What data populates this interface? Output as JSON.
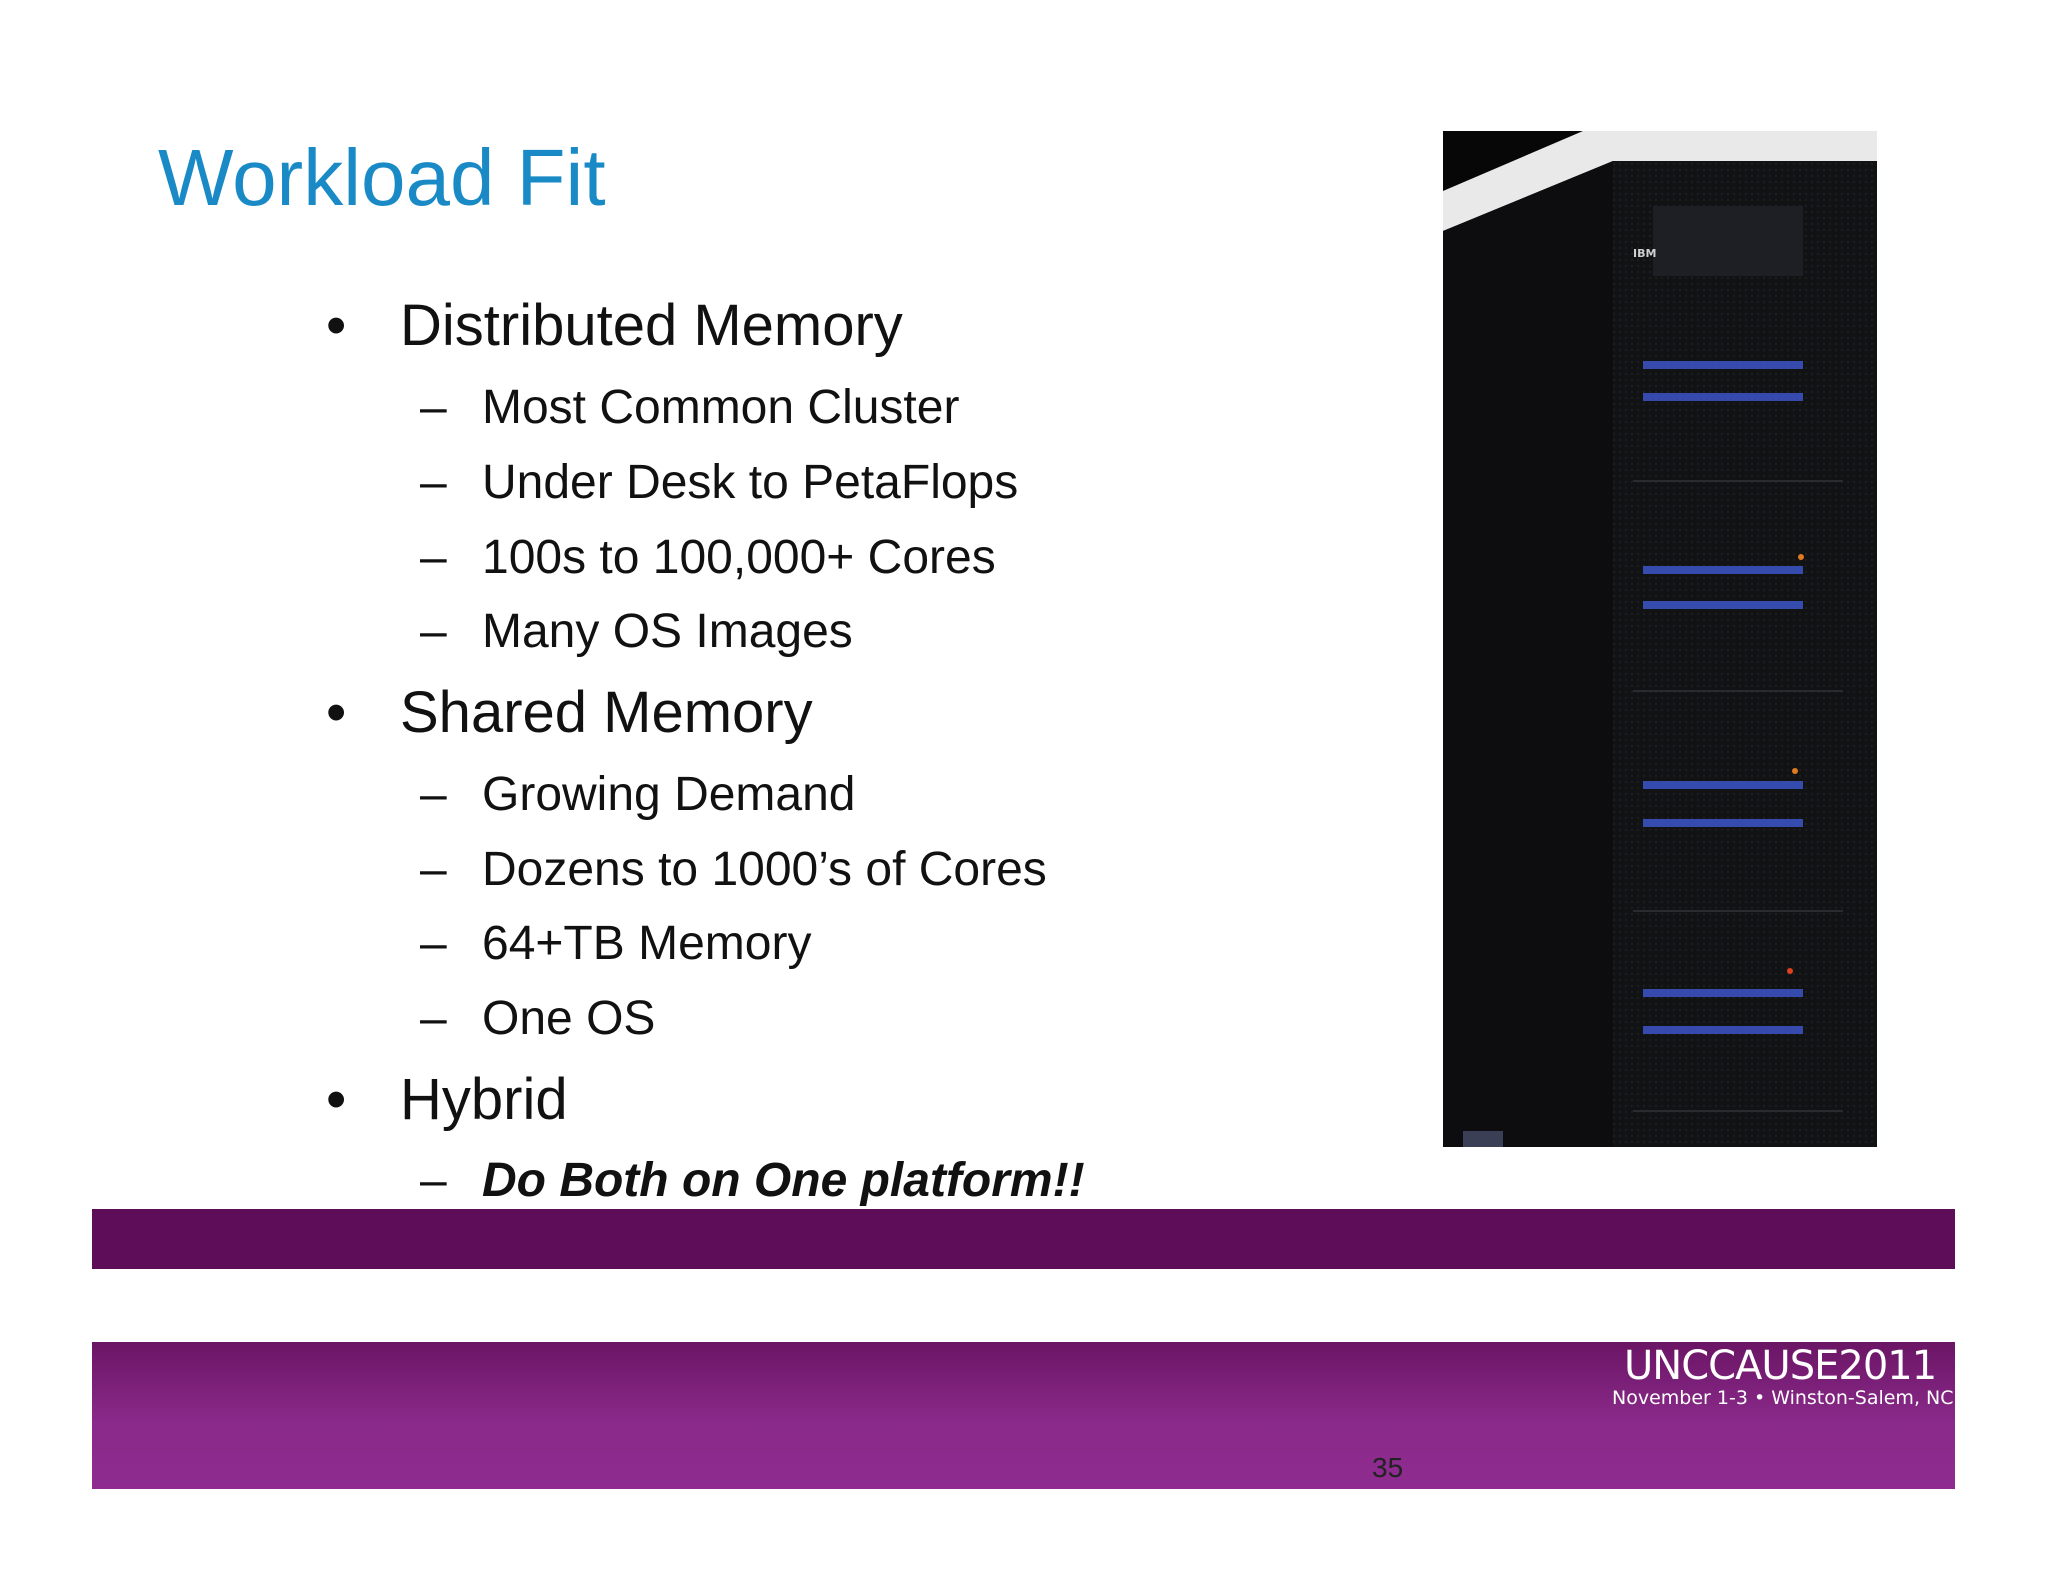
{
  "slide": {
    "title": "Workload Fit",
    "page_number": "35"
  },
  "bullets": [
    {
      "level": 1,
      "marker": "•",
      "text": "Distributed Memory"
    },
    {
      "level": 2,
      "marker": "–",
      "text": "Most Common Cluster"
    },
    {
      "level": 2,
      "marker": "–",
      "text": "Under Desk to PetaFlops"
    },
    {
      "level": 2,
      "marker": "–",
      "text": "100s to 100,000+ Cores"
    },
    {
      "level": 2,
      "marker": "–",
      "text": "Many OS Images"
    },
    {
      "level": 1,
      "marker": "•",
      "text": "Shared Memory"
    },
    {
      "level": 2,
      "marker": "–",
      "text": "Growing Demand"
    },
    {
      "level": 2,
      "marker": "–",
      "text": "Dozens to 1000’s of Cores"
    },
    {
      "level": 2,
      "marker": "–",
      "text": "64+TB Memory"
    },
    {
      "level": 2,
      "marker": "–",
      "text": "One OS"
    },
    {
      "level": 1,
      "marker": "•",
      "text": "Hybrid"
    },
    {
      "level": 2,
      "marker": "–",
      "text": "Do Both on One platform!!",
      "emphasis": true
    }
  ],
  "photo": {
    "subject": "server-rack",
    "brand_label": "IBM"
  },
  "footer": {
    "conference_name": "UNCCAUSE2011",
    "conference_details": "November 1-3 • Winston-Salem, NC",
    "band_color_top": "#5e0d58",
    "band_color_bottom": "#8f2b90"
  },
  "colors": {
    "title": "#1a8ac7",
    "body_text": "#111111"
  }
}
